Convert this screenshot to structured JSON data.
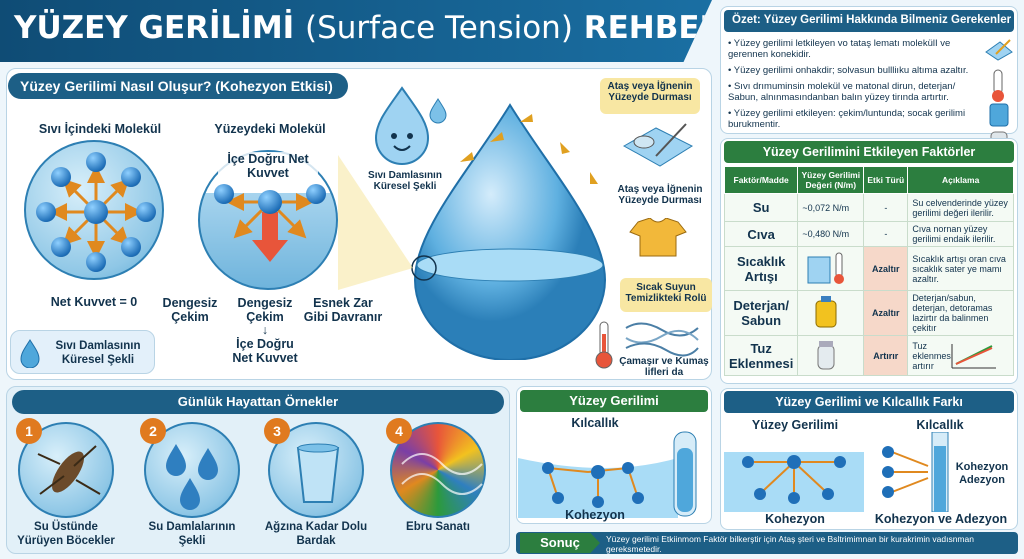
{
  "title": {
    "main": "YÜZEY GERİLİMİ",
    "sub": "(Surface Tension)",
    "end": "REHBERİ"
  },
  "cohesion": {
    "heading": "Yüzey Gerilimi Nasıl Oluşur? (Kohezyon Etkisi)",
    "inner_label": "Sıvı İçindeki Molekül",
    "surface_label": "Yüzeydeki Molekül",
    "inward_label": "İçe Doğru Net Kuvvet",
    "net_force": "Net Kuvvet = 0",
    "unbalanced1": "Dengesiz Çekim",
    "unbalanced2": "Dengesiz Çekim",
    "arrow_down": "↓",
    "inward2": "İçe Doğru Net Kuvvet",
    "elastic": "Esnek Zar Gibi Davranır",
    "drop_legend": "Sıvı Damlasının Küresel Şekli",
    "drop_face_label": "Sıvı Damlasının Küresel Şekli",
    "clip_box": "Ataş veya İğnenin Yüzeyde Durması",
    "clip_label": "Ataş veya İğnenin Yüzeyde Durması",
    "hot_water_box": "Sıcak Suyun Temizlikteki Rolü",
    "fiber_label": "Çamaşır ve Kumaş lifleri da"
  },
  "summary": {
    "heading": "Özet: Yüzey Gerilimi Hakkında Bilmeniz Gerekenler",
    "items": [
      "Yüzey gerilimi letkileyen vo tataş lematı molekülI ve gerennen konekidir.",
      "Yüzey gerilimi onhakdir; solvasun bullliıku altıma azaltır.",
      "Sıvı drımuminsin molekül ve matonal dirun, deterjan/ Sabun, alnınmasındanban balın yüzey tirında artırtır.",
      "Yüzey gerilimi etkileyen: çekim/luntunda; socak gerilimi burukmentir."
    ]
  },
  "factors": {
    "heading": "Yüzey Gerilimini Etkileyen Faktörler",
    "columns": [
      "Faktör/Madde",
      "Yüzey Gerilimi Değeri (N/m)",
      "Etki Türü",
      "Açıklama"
    ],
    "rows": [
      {
        "name": "Su",
        "value": "~0,072 N/m",
        "effect": "-",
        "desc": "Su celvenderinde yüzey gerilimi değeri ilerilir."
      },
      {
        "name": "Cıva",
        "value": "~0,480 N/m",
        "effect": "-",
        "desc": "Cıva nornan yüzey gerilimi endaik ilerilir."
      },
      {
        "name": "Sıcaklık Artışı",
        "value": "",
        "effect": "Azaltır",
        "desc": "Sıcaklık artışı oran cıva sıcaklık sater ye mamı azaltır."
      },
      {
        "name": "Deterjan/ Sabun",
        "value": "",
        "effect": "Azaltır",
        "desc": "Deterjan/sabun, deterjan, detoramas lazirtır da balinmen çekitır"
      },
      {
        "name": "Tuz Eklenmesi",
        "value": "",
        "effect": "Artırır",
        "desc": "Tuz eklenmesi artırır"
      }
    ]
  },
  "daily": {
    "heading": "Günlük Hayattan Örnekler",
    "items": [
      {
        "num": "1",
        "label": "Su Üstünde Yürüyen Böcekler"
      },
      {
        "num": "2",
        "label": "Su Damlalarının Şekli"
      },
      {
        "num": "3",
        "label": "Ağzına Kadar Dolu Bardak"
      },
      {
        "num": "4",
        "label": "Ebru Sanatı"
      }
    ]
  },
  "tension_panel": {
    "heading": "Yüzey Gerilimi",
    "top": "Kılcallık",
    "bottom": "Kohezyon"
  },
  "diff_panel": {
    "heading": "Yüzey Gerilimi ve Kılcallık Farkı",
    "left_title": "Yüzey Gerilimi",
    "right_title": "Kılcallık",
    "left_bottom": "Kohezyon",
    "right_bottom": "Kohezyon ve Adezyon",
    "coh": "Kohezyon",
    "adh": "Adezyon"
  },
  "conclusion": {
    "label": "Sonuç",
    "text": "Yüzey gerilimi Etkiinmom Faktör bilkerştir için Ataş şteri ve Bsltrimimnan bir kurakrimin vadısnman gereksmetedir."
  },
  "colors": {
    "navy": "#0f4c75",
    "green": "#2c7e3f",
    "orange": "#e07a1f",
    "red": "#e8553a"
  }
}
